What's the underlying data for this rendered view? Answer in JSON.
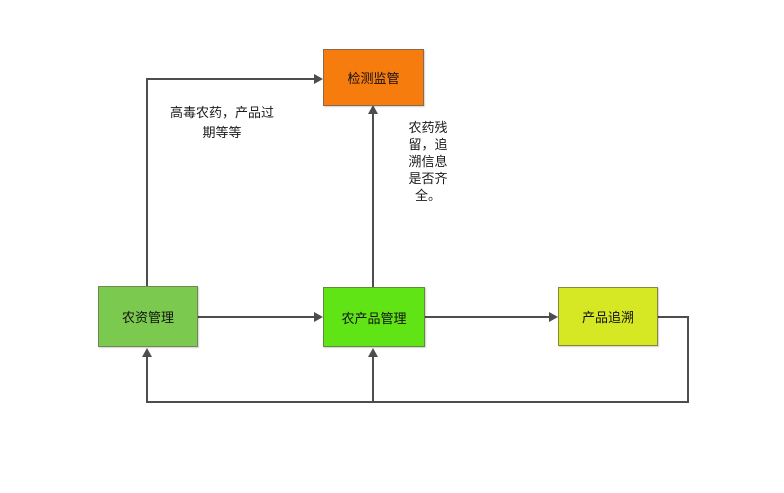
{
  "diagram": {
    "connector_color": "#4d4d4d",
    "nodes": [
      {
        "id": "inspection-supervision",
        "label": "检测监管",
        "fill": "#f67c0e",
        "border": "#8a6a4a"
      },
      {
        "id": "agri-input-management",
        "label": "农资管理",
        "fill": "#7bca4f",
        "border": "#6c8a52"
      },
      {
        "id": "agri-product-management",
        "label": "农产品管理",
        "fill": "#61e416",
        "border": "#5f8a3a"
      },
      {
        "id": "product-traceability",
        "label": "产品追溯",
        "fill": "#d6e723",
        "border": "#83863c"
      }
    ],
    "edge_labels": [
      {
        "id": "toxic-pesticide-note",
        "text": "高毒农药，产品过\n期等等"
      },
      {
        "id": "residue-trace-note",
        "text": "农药残\n留，追\n溯信息\n是否齐\n全。"
      }
    ]
  }
}
